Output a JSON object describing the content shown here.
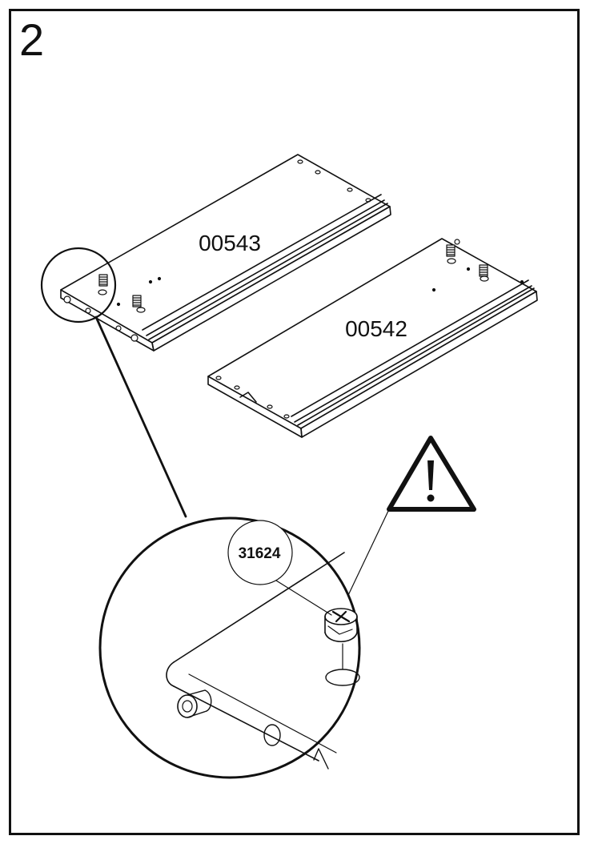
{
  "step": {
    "number": "2"
  },
  "parts": {
    "panel_top": "00543",
    "panel_bottom": "00542",
    "fitting": "31624"
  },
  "colors": {
    "stroke": "#111111",
    "background": "#ffffff"
  },
  "icons": [
    "warning-triangle-icon"
  ]
}
